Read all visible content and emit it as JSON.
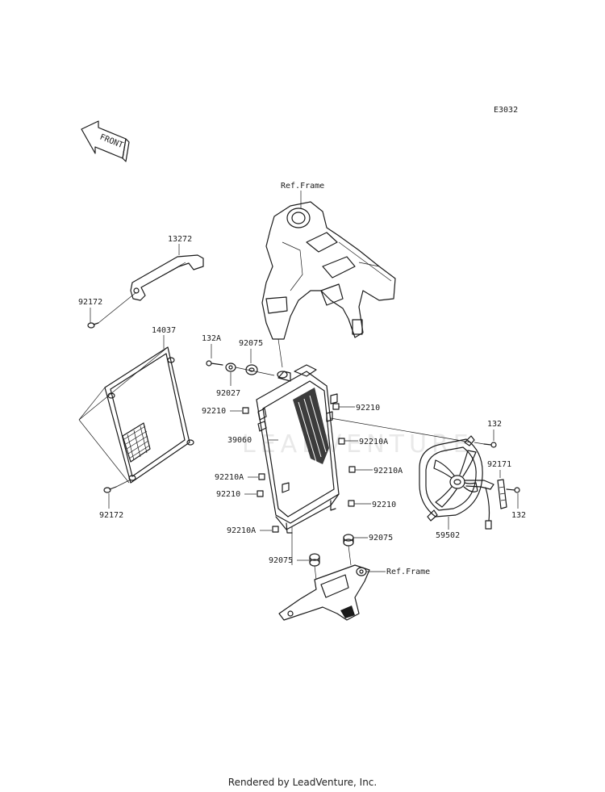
{
  "diagram_code": "E3032",
  "front_label": "FRONT",
  "watermark": "LEADVENTURE",
  "footer": "Rendered by LeadVenture, Inc.",
  "labels": {
    "ref_frame_top": "Ref.Frame",
    "ref_frame_bottom": "Ref.Frame",
    "p13272": "13272",
    "p92172_top": "92172",
    "p14037": "14037",
    "p92172_bottom": "92172",
    "p132A": "132A",
    "p92075_top": "92075",
    "p92027": "92027",
    "p92210_r1": "92210",
    "p92210_l1": "92210",
    "p39060": "39060",
    "p92210A_r1": "92210A",
    "p92210A_l1": "92210A",
    "p92210A_r2": "92210A",
    "p92210_l2": "92210",
    "p92210_r2": "92210",
    "p92210A_l2": "92210A",
    "p92075_right": "92075",
    "p92075_left": "92075",
    "p132_top": "132",
    "p92171": "92171",
    "p132_bottom": "132",
    "p59502": "59502"
  }
}
